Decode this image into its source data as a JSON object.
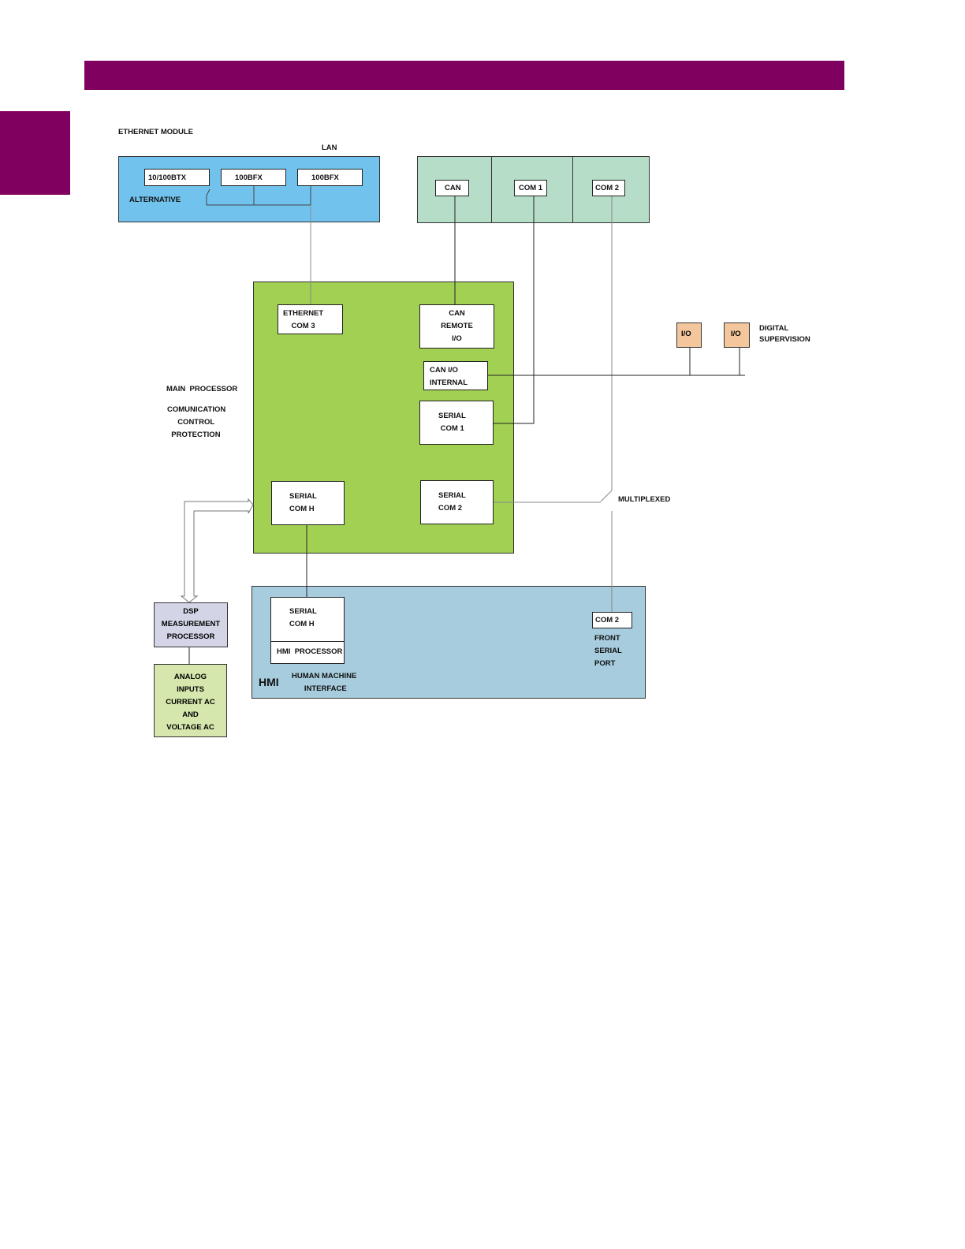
{
  "colors": {
    "header_bar": "#800060",
    "ethernet_module": "#71C3EE",
    "comm_panel": "#B5DDC8",
    "main_processor": "#A1D053",
    "hmi": "#A6CCDD",
    "dsp": "#D3D5E6",
    "analog": "#D5E7AC",
    "io": "#F3C69C"
  },
  "ethernet_module": {
    "title": "ETHERNET MODULE",
    "lan_label": "LAN",
    "port_1": "10/100BTX",
    "port_2": "100BFX",
    "port_3": "100BFX",
    "alternative_label": "ALTERNATIVE"
  },
  "comm_panel": {
    "can": "CAN",
    "com1": "COM 1",
    "com2": "COM 2"
  },
  "main_processor": {
    "side_label": "MAIN  PROCESSOR",
    "functions": "COMUNICATION\n     CONTROL\n  PROTECTION",
    "ethernet_com3": "ETHERNET\n    COM 3",
    "can_remote_io": "CAN\nREMOTE\nI/O",
    "can_io_internal": "CAN I/O\nINTERNAL",
    "serial_com1": "SERIAL\n COM 1",
    "serial_comh": "SERIAL\nCOM H",
    "serial_com2": "SERIAL\nCOM 2"
  },
  "digital_supervision": {
    "io_1": "I/O",
    "io_2": "I/O",
    "label": "DIGITAL\nSUPERVISION"
  },
  "multiplexed_label": "MULTIPLEXED",
  "dsp": {
    "label": "DSP\nMEASUREMENT\nPROCESSOR"
  },
  "analog": {
    "label": "ANALOG\nINPUTS\nCURRENT AC\nAND\nVOLTAGE AC"
  },
  "hmi": {
    "serial_comh": "SERIAL\nCOM H",
    "processor": "HMI  PROCESSOR",
    "title": "HMI",
    "subtitle": "HUMAN MACHINE\n      INTERFACE",
    "com2": "COM 2",
    "front_port": "FRONT\nSERIAL\nPORT"
  }
}
